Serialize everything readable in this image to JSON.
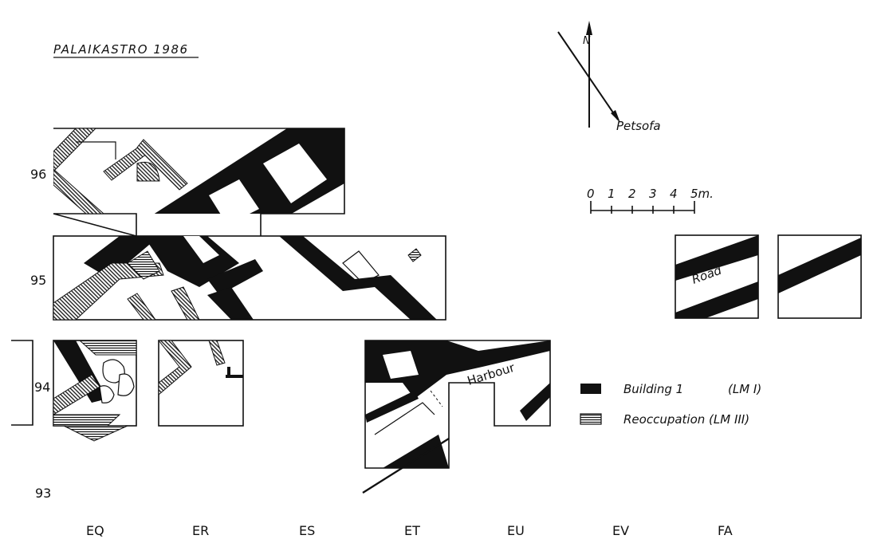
{
  "title": "PALAIKASTRO 1986",
  "north": {
    "label": "N"
  },
  "petsofa": {
    "label": "Petsofa"
  },
  "scale_bar": {
    "ticks": [
      "0",
      "1",
      "2",
      "3",
      "4",
      "5m."
    ]
  },
  "row_labels": [
    "96",
    "95",
    "94",
    "93"
  ],
  "column_labels": [
    "EQ",
    "ER",
    "ES",
    "ET",
    "EU",
    "EV",
    "FA"
  ],
  "road": {
    "label": "Road"
  },
  "harbour": {
    "label": "Harbour"
  },
  "legend": [
    {
      "swatch": "solid-black",
      "name": "Building 1",
      "period": "(LM I)"
    },
    {
      "swatch": "hatched",
      "label": "Reoccupation (LM III)"
    }
  ],
  "colors": {
    "ink": "#111111",
    "paper": "#ffffff"
  }
}
